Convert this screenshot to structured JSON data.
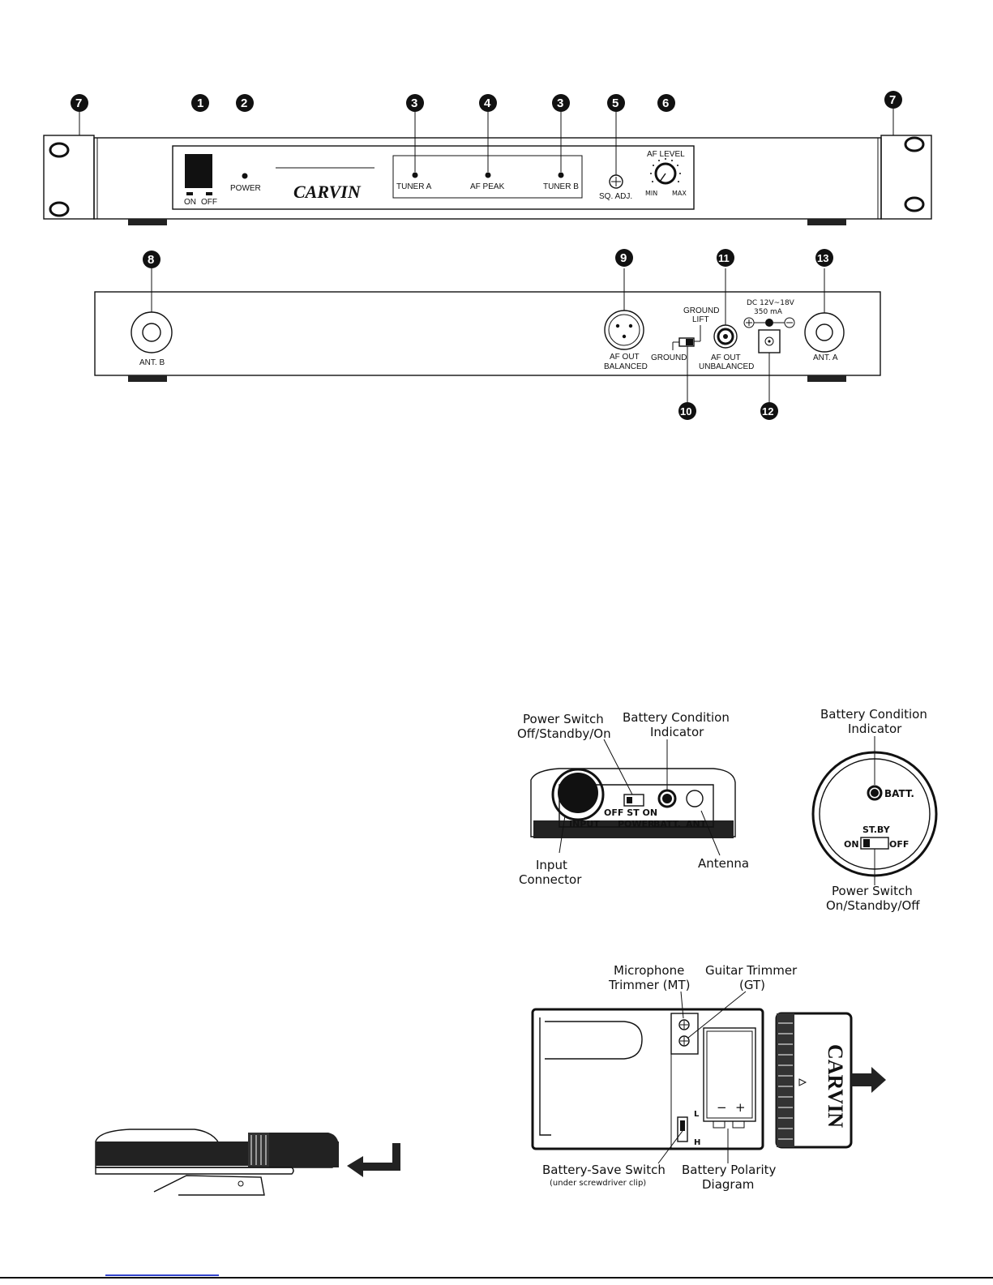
{
  "callouts": {
    "n1": "1",
    "n2": "2",
    "n3a": "3",
    "n4": "4",
    "n3b": "3",
    "n5": "5",
    "n6": "6",
    "n7a": "7",
    "n7b": "7",
    "n8": "8",
    "n9": "9",
    "n11": "11",
    "n13": "13",
    "n10": "10",
    "n12": "12"
  },
  "front_panel": {
    "on": "ON",
    "off": "OFF",
    "power": "POWER",
    "brand": "CARVIN",
    "tuner_a": "TUNER A",
    "af_peak": "AF PEAK",
    "tuner_b": "TUNER B",
    "sq_adj": "SQ. ADJ.",
    "af_level": "AF LEVEL",
    "min": "MIN",
    "max": "MAX"
  },
  "rear_panel": {
    "ant_b": "ANT. B",
    "af_out": "AF OUT",
    "balanced": "BALANCED",
    "ground_lift_1": "GROUND",
    "ground_lift_2": "LIFT",
    "ground": "GROUND",
    "af_out_2": "AF OUT",
    "unbalanced": "UNBALANCED",
    "dc_1": "DC 12V~18V",
    "dc_2": "350 mA",
    "ant_a": "ANT. A"
  },
  "transmitter_top": {
    "power_switch_1": "Power Switch",
    "power_switch_2": "Off/Standby/On",
    "batt_cond_1": "Battery Condition",
    "batt_cond_2": "Indicator",
    "off_st_on": "OFF  ST  ON",
    "input": "INPUT",
    "power": "POWER",
    "batt": "BATT.",
    "ant": "ANT",
    "input_conn_1": "Input",
    "input_conn_2": "Connector",
    "antenna": "Antenna"
  },
  "handheld_bottom": {
    "batt_cond_1": "Battery Condition",
    "batt_cond_2": "Indicator",
    "batt": "BATT.",
    "stby": "ST.BY",
    "on": "ON",
    "off": "OFF",
    "power_switch_1": "Power Switch",
    "power_switch_2": "On/Standby/Off"
  },
  "transmitter_open": {
    "mic_trim_1": "Microphone",
    "mic_trim_2": "Trimmer (MT)",
    "gt_1": "Guitar Trimmer",
    "gt_2": "(GT)",
    "minus": "−",
    "plus": "+",
    "l": "L",
    "h": "H",
    "brand": "CARVIN",
    "bss_1": "Battery-Save Switch",
    "bss_2": "(under screwdriver clip)",
    "bpd_1": "Battery Polarity",
    "bpd_2": "Diagram"
  }
}
